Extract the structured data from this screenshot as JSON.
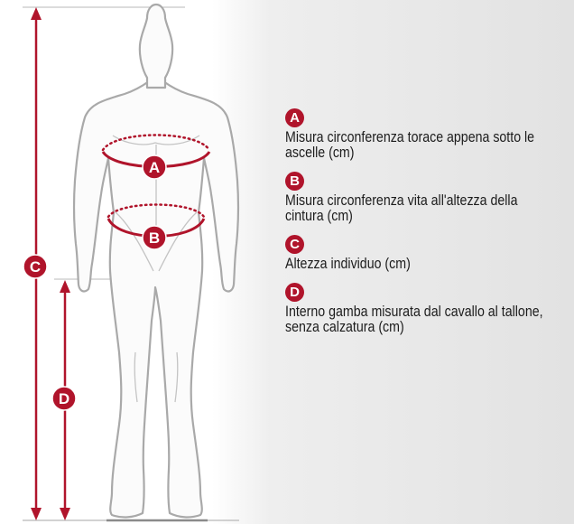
{
  "accent_color": "#b0142b",
  "measurements": [
    {
      "letter": "A",
      "description": "Misura circonferenza torace appena sotto le ascelle (cm)"
    },
    {
      "letter": "B",
      "description": "Misura circonferenza vita all'altezza della cintura (cm)"
    },
    {
      "letter": "C",
      "description": "Altezza individuo (cm)"
    },
    {
      "letter": "D",
      "description": "Interno gamba misurata dal cavallo al tallone, senza calzatura (cm)"
    }
  ]
}
